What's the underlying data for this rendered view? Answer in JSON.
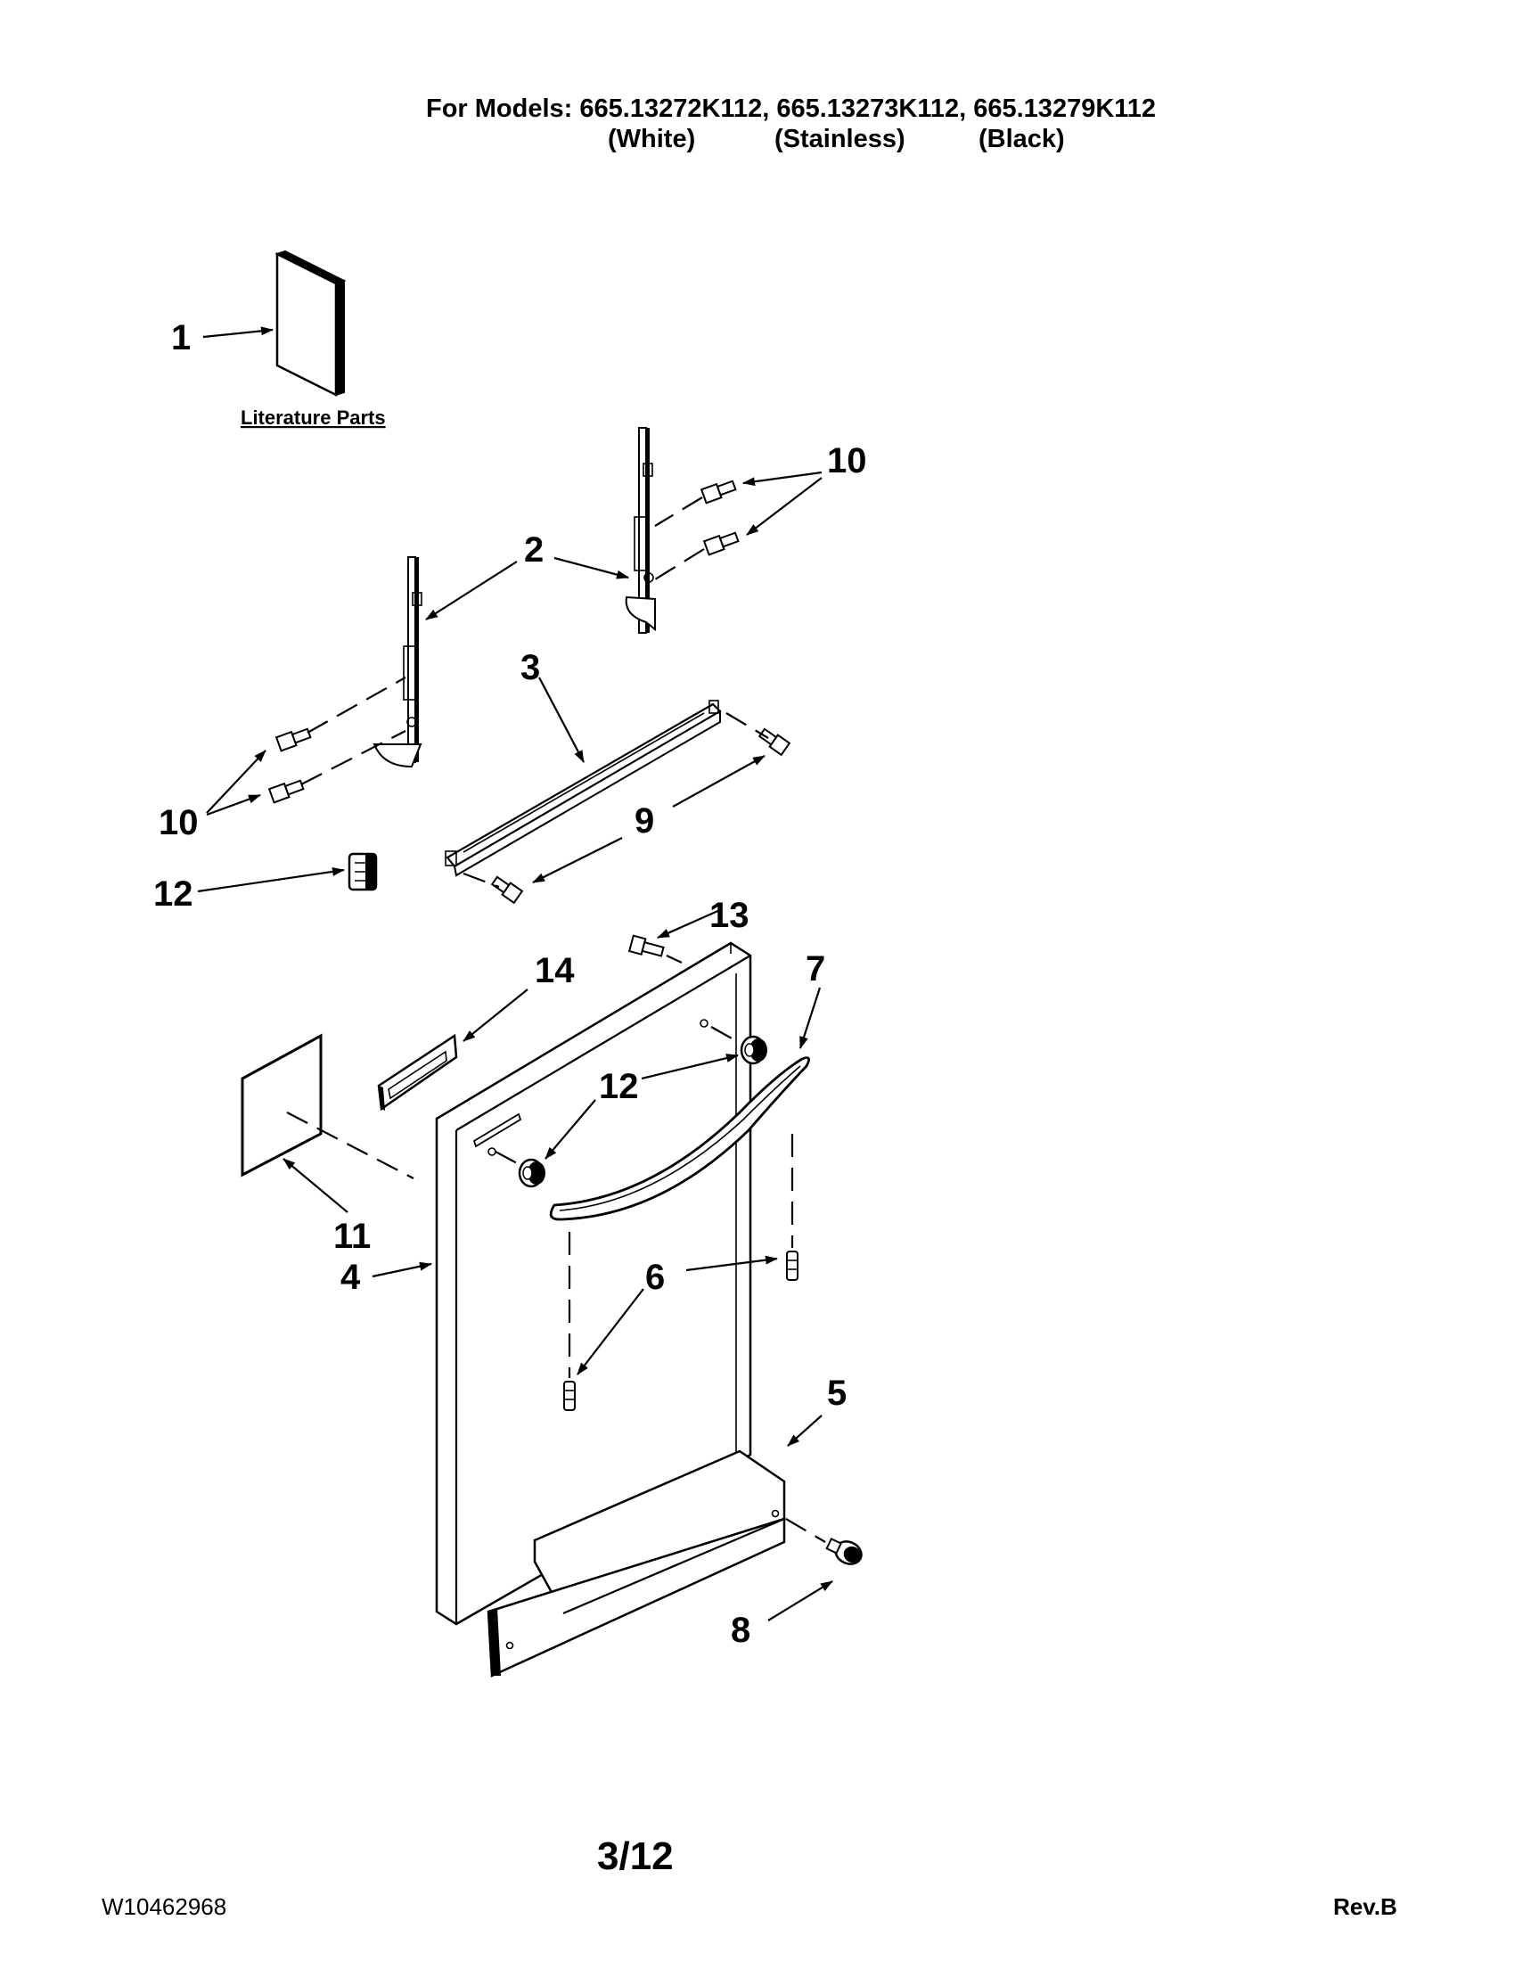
{
  "header": {
    "models_line": "For Models: 665.13272K112, 665.13273K112, 665.13279K112",
    "variants": [
      "(White)",
      "(Stainless)",
      "(Black)"
    ]
  },
  "literature_label": "Literature Parts",
  "callouts": {
    "c1": "1",
    "c2": "2",
    "c3": "3",
    "c4": "4",
    "c5": "5",
    "c6": "6",
    "c7": "7",
    "c8": "8",
    "c9": "9",
    "c10a": "10",
    "c10b": "10",
    "c11": "11",
    "c12a": "12",
    "c12b": "12",
    "c13": "13",
    "c14": "14"
  },
  "footer": {
    "page": "3/12",
    "doc_number": "W10462968",
    "revision": "Rev.B"
  }
}
